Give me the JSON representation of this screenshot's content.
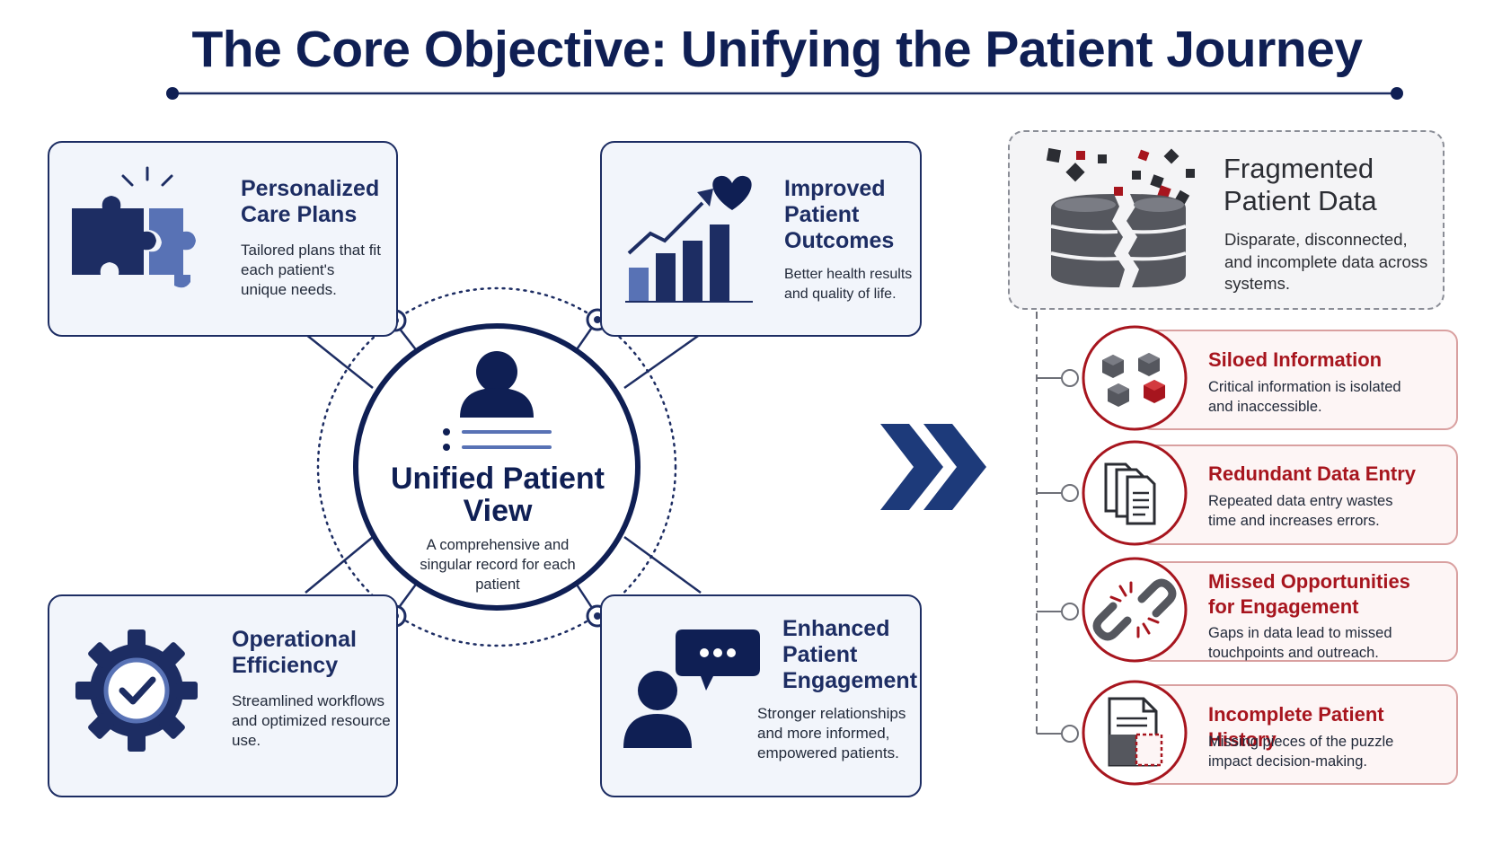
{
  "title": "The Core Objective: Unifying the Patient Journey",
  "hub": {
    "title": "Unified Patient View",
    "description": "A comprehensive and singular record for each patient"
  },
  "benefits": [
    {
      "title": "Personalized Care Plans",
      "description": "Tailored plans that fit each patient's unique needs.",
      "icon": "puzzle-icon"
    },
    {
      "title": "Improved Patient Outcomes",
      "description": "Better health results and quality of life.",
      "icon": "growth-chart-heart-icon"
    },
    {
      "title": "Operational Efficiency",
      "description": "Streamlined workflows and optimized resource use.",
      "icon": "gear-check-icon"
    },
    {
      "title": "Enhanced Patient Engagement",
      "description": "Stronger relationships and more informed, empowered patients.",
      "icon": "person-chat-icon"
    }
  ],
  "problem": {
    "title": "Fragmented Patient Data",
    "description": "Disparate, disconnected, and incomplete data across systems.",
    "icon": "broken-database-icon"
  },
  "issues": [
    {
      "title": "Siloed Information",
      "description": "Critical information is isolated and inaccessible.",
      "icon": "isolated-cubes-icon"
    },
    {
      "title": "Redundant Data Entry",
      "description": "Repeated data entry wastes time and increases errors.",
      "icon": "duplicate-documents-icon"
    },
    {
      "title": "Missed Opportunities for Engagement",
      "description": "Gaps in data lead to missed touchpoints and outreach.",
      "icon": "broken-link-icon"
    },
    {
      "title": "Incomplete Patient History",
      "description": "Missing pieces of the puzzle impact decision-making.",
      "icon": "incomplete-document-icon"
    }
  ],
  "colors": {
    "navy": "#1d2d63",
    "red": "#a7151e",
    "gray": "#55575e",
    "light_blue": "#5872b5"
  }
}
